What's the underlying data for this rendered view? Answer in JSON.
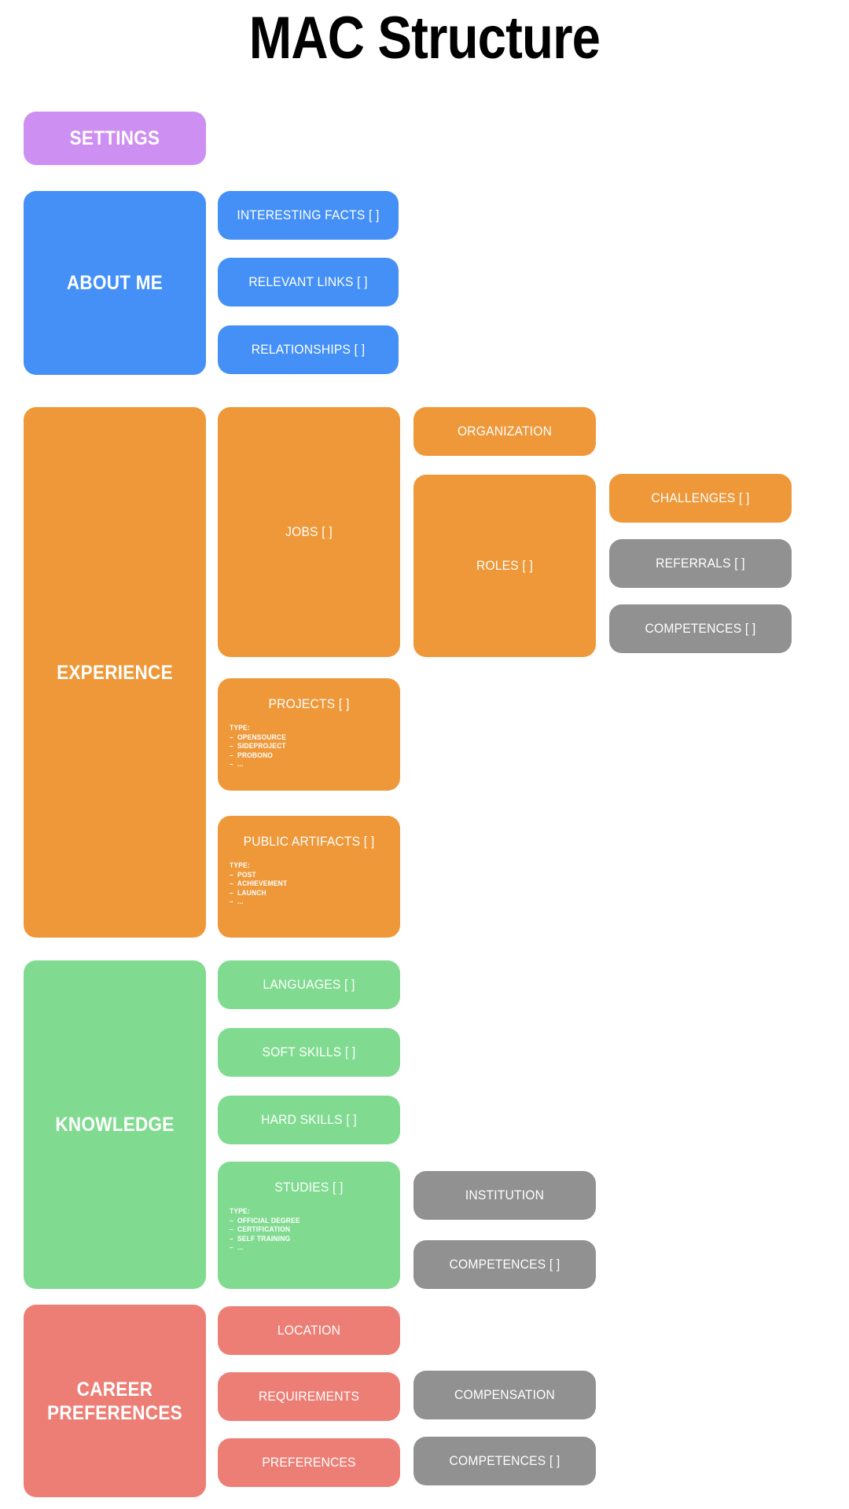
{
  "page": {
    "title": "MAC Structure",
    "background": "#FFFFFF"
  },
  "colors": {
    "settings_purple": "#CE8FF2",
    "about_blue": "#4490F7",
    "experience_orange": "#EE9839",
    "knowledge_green": "#80DB90",
    "career_red": "#ED7E75",
    "shared_gray": "#919191",
    "text_white": "#FFFFFF",
    "title_black": "#000000"
  },
  "nodes": {
    "settings": {
      "label": "SETTINGS"
    },
    "about_me": {
      "label": "ABOUT ME"
    },
    "interesting_facts": {
      "label": "INTERESTING FACTS [ ]"
    },
    "relevant_links": {
      "label": "RELEVANT LINKS [ ]"
    },
    "relationships": {
      "label": "RELATIONSHIPS [ ]"
    },
    "experience": {
      "label": "EXPERIENCE"
    },
    "jobs": {
      "label": "JOBS [ ]"
    },
    "organization": {
      "label": "ORGANIZATION"
    },
    "roles": {
      "label": "ROLES [ ]"
    },
    "challenges": {
      "label": "CHALLENGES [ ]"
    },
    "referrals": {
      "label": "REFERRALS [ ]"
    },
    "competences_experience": {
      "label": "COMPETENCES [ ]"
    },
    "projects": {
      "label": "PROJECTS [ ]",
      "type_head": "TYPE:",
      "types": [
        "–  OPENSOURCE",
        "–  SIDEPROJECT",
        "–  PROBONO",
        "–  ..."
      ]
    },
    "public_artifacts": {
      "label": "PUBLIC ARTIFACTS [ ]",
      "type_head": "TYPE:",
      "types": [
        "–  POST",
        "–  ACHIEVEMENT",
        "–  LAUNCH",
        "–  ..."
      ]
    },
    "knowledge": {
      "label": "KNOWLEDGE"
    },
    "languages": {
      "label": "LANGUAGES [ ]"
    },
    "soft_skills": {
      "label": "SOFT SKILLS [ ]"
    },
    "hard_skills": {
      "label": "HARD SKILLS [ ]"
    },
    "studies": {
      "label": "STUDIES [ ]",
      "type_head": "TYPE:",
      "types": [
        "–  OFFICIAL DEGREE",
        "–  CERTIFICATION",
        "–  SELF TRAINING",
        "–  ..."
      ]
    },
    "institution": {
      "label": "INSTITUTION"
    },
    "competences_studies": {
      "label": "COMPETENCES [ ]"
    },
    "career_preferences": {
      "label": "CAREER PREFERENCES"
    },
    "location": {
      "label": "LOCATION"
    },
    "requirements": {
      "label": "REQUIREMENTS"
    },
    "preferences": {
      "label": "PREFERENCES"
    },
    "compensation": {
      "label": "COMPENSATION"
    },
    "competences_career": {
      "label": "COMPETENCES [ ]"
    }
  }
}
